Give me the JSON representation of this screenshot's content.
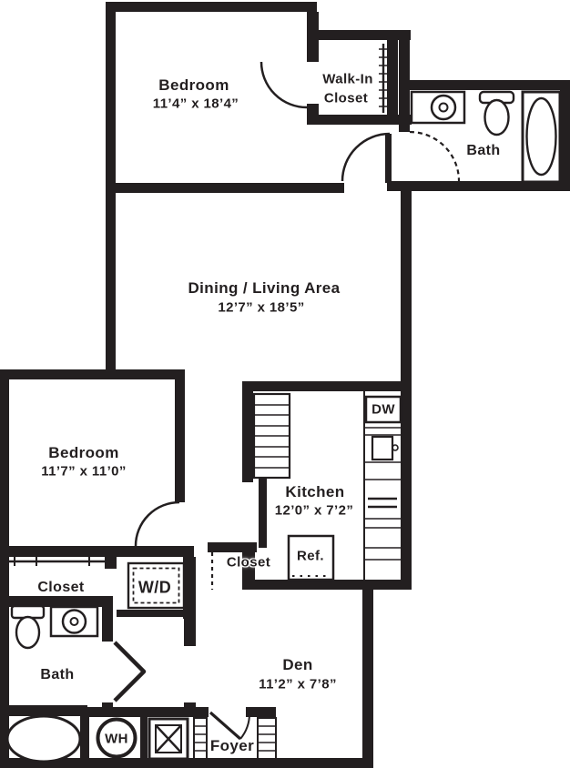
{
  "colors": {
    "ink": "#231f20",
    "background": "#ffffff"
  },
  "rooms": {
    "bedroom_1": {
      "name": "Bedroom",
      "dims": "11’4” x 18’4”"
    },
    "walk_in_closet": {
      "line1": "Walk-In",
      "line2": "Closet"
    },
    "bath_1": {
      "name": "Bath"
    },
    "dining_living": {
      "name": "Dining / Living Area",
      "dims": "12’7” x 18’5”"
    },
    "bedroom_2": {
      "name": "Bedroom",
      "dims": "11’7” x 11’0”"
    },
    "kitchen": {
      "name": "Kitchen",
      "dims": "12’0” x 7’2”"
    },
    "den": {
      "name": "Den",
      "dims": "11’2” x 7’8”"
    },
    "bath_2": {
      "name": "Bath"
    },
    "foyer": {
      "name": "Foyer"
    }
  },
  "labels": [
    {
      "id": "bedroom-1-name",
      "text": "Bedroom"
    },
    {
      "id": "bedroom-1-dims",
      "text": "11’4” x 18’4”"
    },
    {
      "id": "wic-line1",
      "text": "Walk-In"
    },
    {
      "id": "wic-line2",
      "text": "Closet"
    },
    {
      "id": "bath-1-name",
      "text": "Bath"
    },
    {
      "id": "dining-name",
      "text": "Dining / Living Area"
    },
    {
      "id": "dining-dims",
      "text": "12’7” x 18’5”"
    },
    {
      "id": "bedroom-2-name",
      "text": "Bedroom"
    },
    {
      "id": "bedroom-2-dims",
      "text": "11’7” x 11’0”"
    },
    {
      "id": "kitchen-name",
      "text": "Kitchen"
    },
    {
      "id": "kitchen-dims",
      "text": "12’0” x 7’2”"
    },
    {
      "id": "dishwasher",
      "text": "DW"
    },
    {
      "id": "refrigerator",
      "text": "Ref."
    },
    {
      "id": "closet-kitchen",
      "text": "Closet"
    },
    {
      "id": "closet-bedroom2",
      "text": "Closet"
    },
    {
      "id": "washer-dryer",
      "text": "W/D"
    },
    {
      "id": "bath-2-name",
      "text": "Bath"
    },
    {
      "id": "den-name",
      "text": "Den"
    },
    {
      "id": "den-dims",
      "text": "11’2” x 7’8”"
    },
    {
      "id": "water-heater",
      "text": "WH"
    },
    {
      "id": "foyer-name",
      "text": "Foyer"
    }
  ]
}
